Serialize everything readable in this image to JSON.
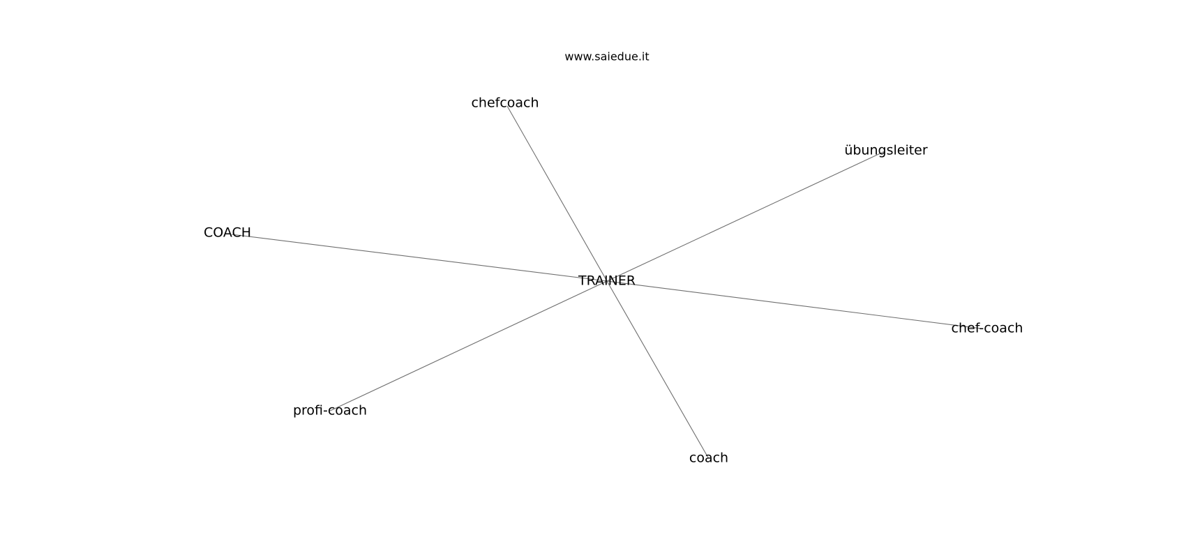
{
  "credit": "www.saiedue.it",
  "graph": {
    "center": "TRAINER",
    "nodes": [
      "chefcoach",
      "übungsleiter",
      "COACH",
      "chef-coach",
      "profi-coach",
      "coach"
    ],
    "edges": [
      [
        "TRAINER",
        "chefcoach"
      ],
      [
        "TRAINER",
        "übungsleiter"
      ],
      [
        "TRAINER",
        "COACH"
      ],
      [
        "TRAINER",
        "chef-coach"
      ],
      [
        "TRAINER",
        "profi-coach"
      ],
      [
        "TRAINER",
        "coach"
      ]
    ],
    "edge_color": "#6e6e6e"
  }
}
